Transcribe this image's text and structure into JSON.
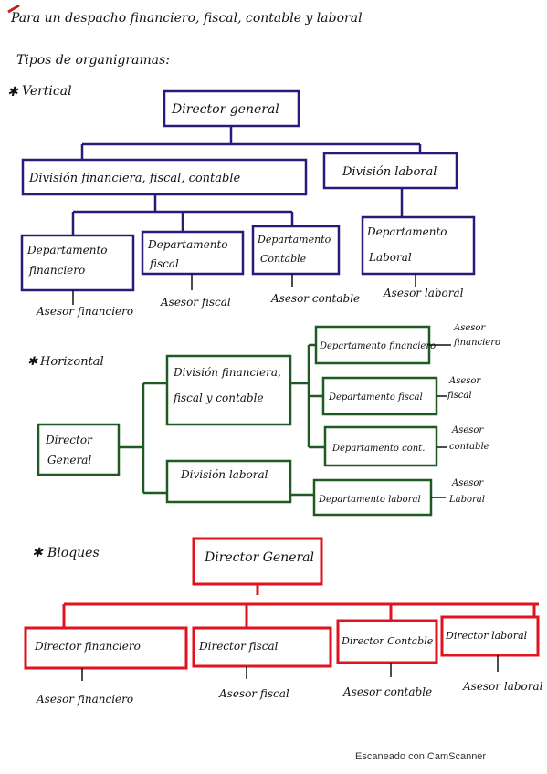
{
  "header": {
    "title": "Para un despacho financiero, fiscal, contable y laboral"
  },
  "subtitle": "Tipos de organigramas:",
  "colors": {
    "vertical": "#2a1a7a",
    "horizontal": "#1f5a22",
    "bloques": "#e0131f"
  },
  "vertical": {
    "label": "Vertical",
    "root": "Director general",
    "divisions": [
      "División financiera, fiscal, contable",
      "División laboral"
    ],
    "departments": [
      {
        "line1": "Departamento",
        "line2": "financiero",
        "advisor": "Asesor financiero"
      },
      {
        "line1": "Departamento",
        "line2": "fiscal",
        "advisor": "Asesor fiscal"
      },
      {
        "line1": "Departamento",
        "line2": "Contable",
        "advisor": "Asesor contable"
      },
      {
        "line1": "Departamento",
        "line2": "Laboral",
        "advisor": "Asesor laboral"
      }
    ]
  },
  "horizontal": {
    "label": "Horizontal",
    "root_line1": "Director",
    "root_line2": "General",
    "division1_line1": "División financiera,",
    "division1_line2": "fiscal y contable",
    "division2": "División laboral",
    "departments": [
      {
        "name": "Departamento financiero",
        "adv1": "Asesor",
        "adv2": "financiero"
      },
      {
        "name": "Departamento fiscal",
        "adv1": "Asesor",
        "adv2": "fiscal"
      },
      {
        "name": "Departamento cont.",
        "adv1": "Asesor",
        "adv2": "contable"
      },
      {
        "name": "Departamento laboral",
        "adv1": "Asesor",
        "adv2": "Laboral"
      }
    ]
  },
  "bloques": {
    "label": "Bloques",
    "root": "Director General",
    "directors": [
      {
        "name": "Director financiero",
        "advisor": "Asesor financiero"
      },
      {
        "name": "Director fiscal",
        "advisor": "Asesor fiscal"
      },
      {
        "name": "Director Contable",
        "advisor": "Asesor contable"
      },
      {
        "name": "Director laboral",
        "advisor": "Asesor laboral"
      }
    ]
  },
  "footer": "Escaneado con CamScanner"
}
